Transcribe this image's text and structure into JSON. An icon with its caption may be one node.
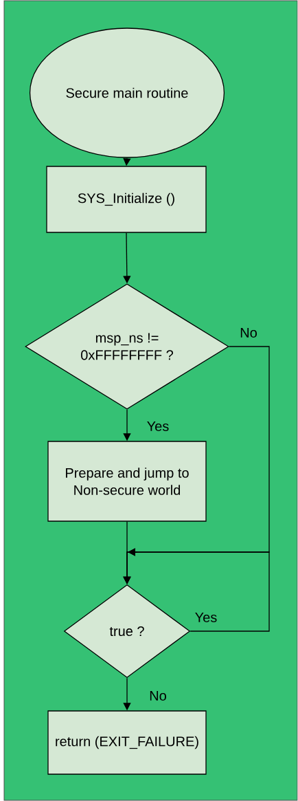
{
  "diagram": {
    "nodes": [
      {
        "text": [
          "Secure main routine"
        ]
      },
      {
        "text": [
          "SYS_Initialize ()"
        ]
      },
      {
        "text": [
          "msp_ns != 0xFFFFFFFF ?"
        ]
      },
      {
        "text": [
          "Prepare and jump to Non-secure world"
        ]
      },
      {
        "text": [
          "true ?"
        ]
      },
      {
        "text": [
          "return (EXIT_FAILURE)"
        ]
      }
    ],
    "edges": [
      {
        "from": 0,
        "to": 1,
        "arrow": "to"
      },
      {
        "from": 1,
        "to": 2,
        "arrow": "to"
      },
      {
        "from": 2,
        "to": 3,
        "arrow": "to",
        "label": "Yes"
      },
      {
        "from": 2,
        "to": 4,
        "arrow": "to",
        "label": "No"
      },
      {
        "from": 3,
        "to": 4,
        "arrow": "to"
      },
      {
        "from": 4,
        "to": 4,
        "arrow": "to",
        "label": "Yes"
      },
      {
        "from": 4,
        "to": 5,
        "arrow": "to",
        "label": "No"
      }
    ]
  }
}
